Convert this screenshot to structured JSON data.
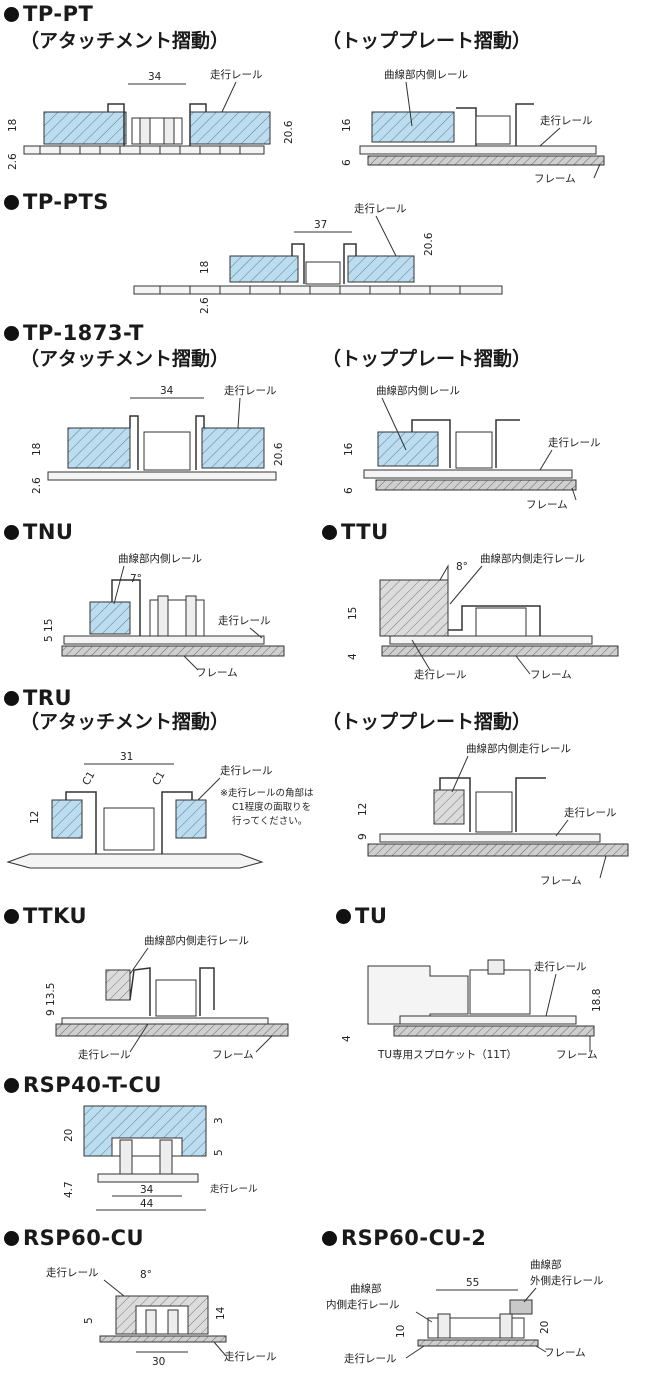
{
  "sections": {
    "tp_pt": {
      "title": "TP-PT",
      "sub_attach": "（アタッチメント摺動）",
      "sub_top": "（トッププレート摺動）"
    },
    "tp_pts": {
      "title": "TP-PTS"
    },
    "tp_1873": {
      "title": "TP-1873-T",
      "sub_attach": "（アタッチメント摺動）",
      "sub_top": "（トッププレート摺動）"
    },
    "tnu": {
      "title": "TNU"
    },
    "ttu": {
      "title": "TTU"
    },
    "tru": {
      "title": "TRU",
      "sub_attach": "（アタッチメント摺動）",
      "sub_top": "（トッププレート摺動）"
    },
    "ttku": {
      "title": "TTKU"
    },
    "tu": {
      "title": "TU"
    },
    "rsp40": {
      "title": "RSP40-T-CU"
    },
    "rsp60": {
      "title": "RSP60-CU"
    },
    "rsp60_2": {
      "title": "RSP60-CU-2"
    }
  },
  "labels": {
    "rail": "走行レール",
    "inner_rail": "曲線部内側レール",
    "inner_run_rail": "曲線部内側走行レール",
    "frame": "フレーム",
    "tu_sprocket": "TU専用スプロケット（11T）",
    "curve": "曲線部",
    "outer_run_rail": "外側走行レール",
    "inner_run_rail_2": "内側走行レール",
    "chamfer_note_1": "※走行レールの角部は",
    "chamfer_note_2": "C1程度の面取りを",
    "chamfer_note_3": "行ってください。",
    "c1": "C1"
  },
  "dims": {
    "d34": "34",
    "d18": "18",
    "d206": "20.6",
    "d26": "2.6",
    "d16": "16",
    "d6": "6",
    "d37": "37",
    "d7deg": "7°",
    "d515": "5 15",
    "d8deg": "8°",
    "d15": "15",
    "d4": "4",
    "d31": "31",
    "d12": "12",
    "d9": "9",
    "d9135": "9 13.5",
    "d188": "18.8",
    "d20": "20",
    "d3": "3",
    "d5": "5",
    "d47": "4.7",
    "d44": "44",
    "d14": "14",
    "d30": "30",
    "d55": "55",
    "d10": "10"
  }
}
